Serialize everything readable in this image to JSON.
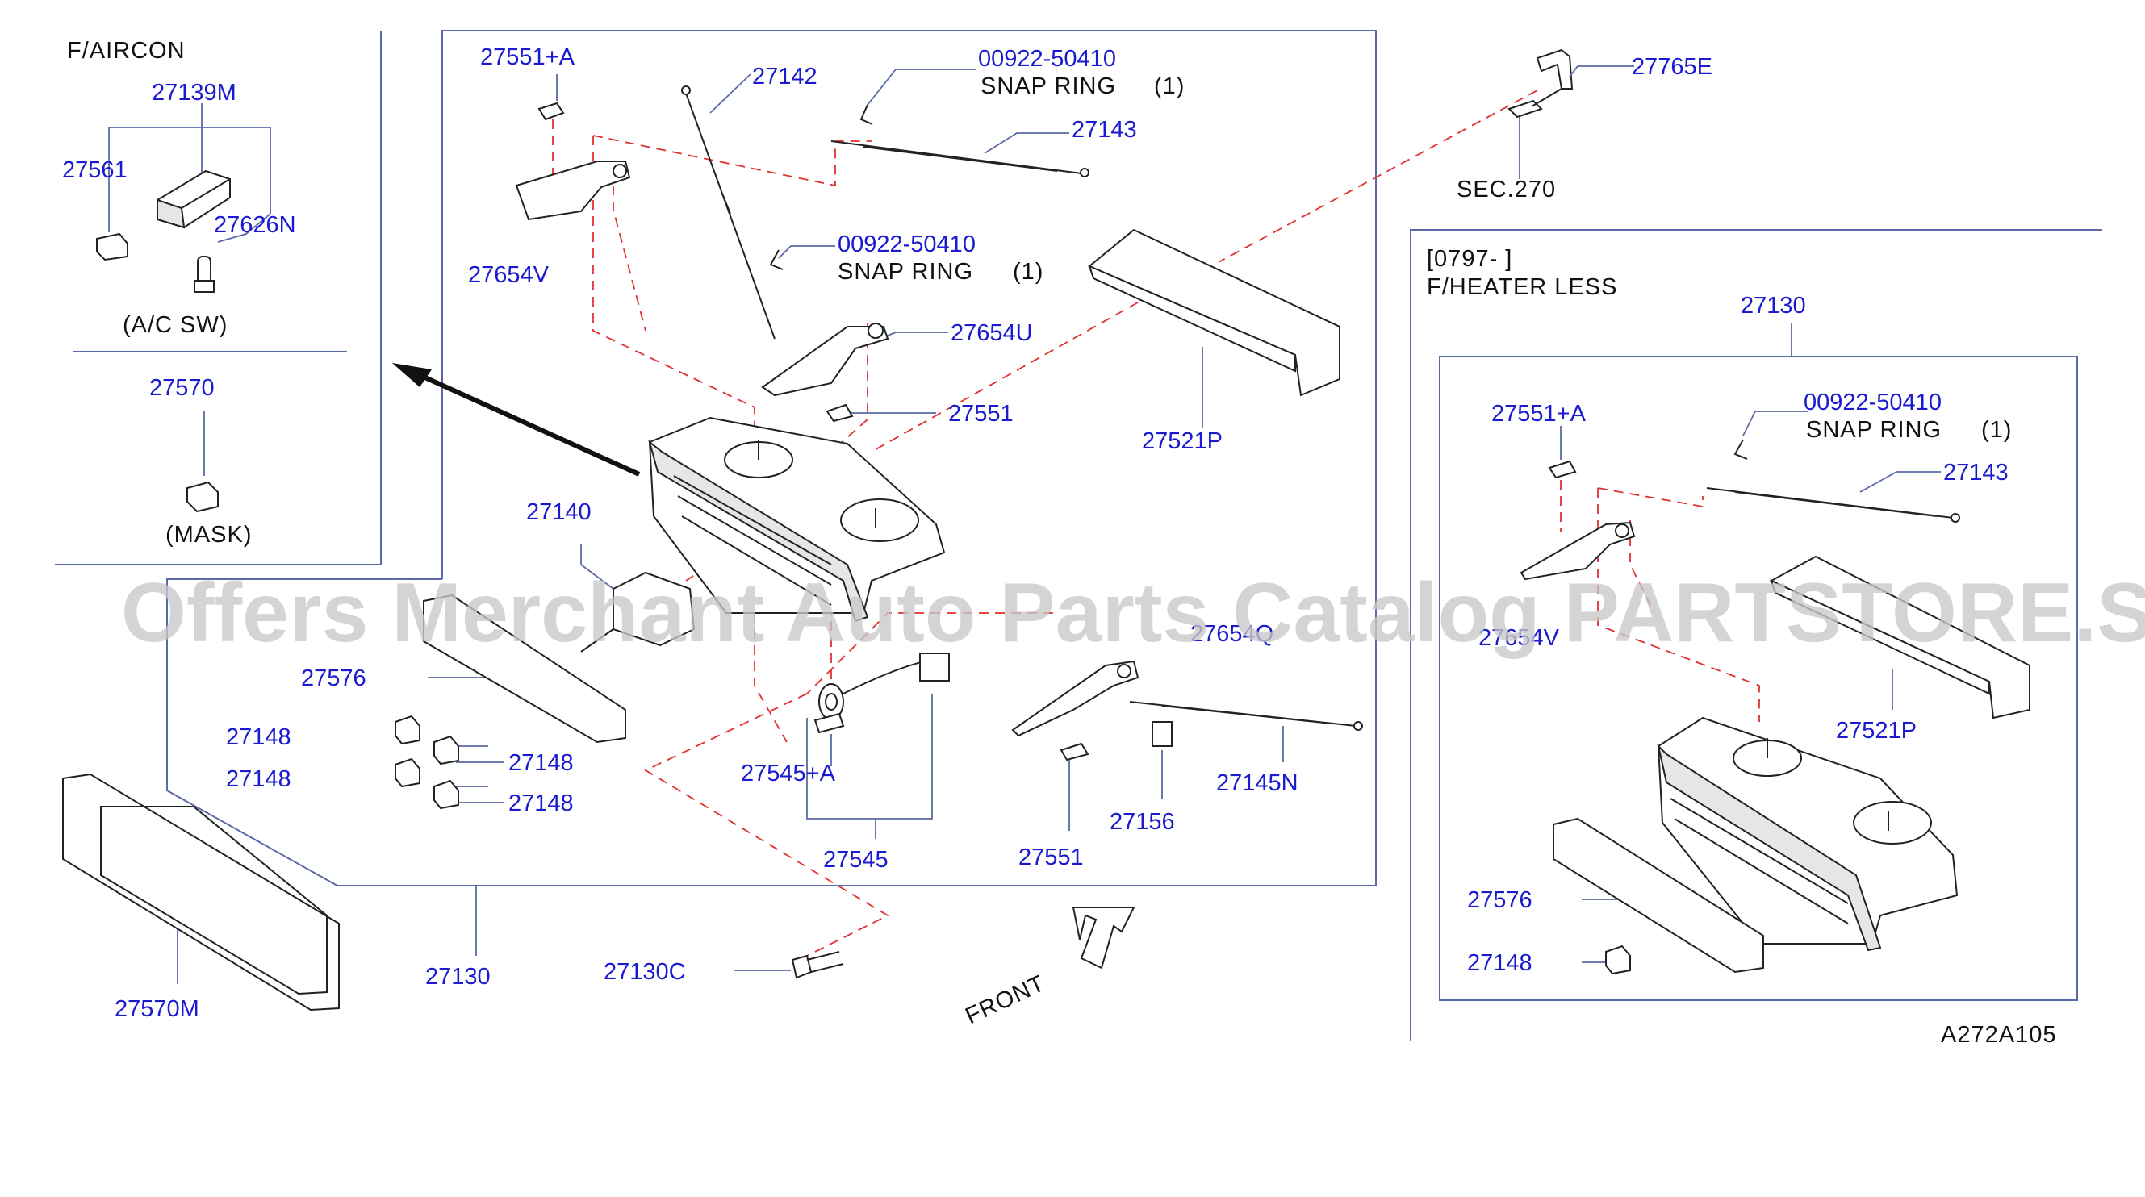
{
  "watermark": "Offers Merchant Auto Parts Catalog PARTSTORE.SA",
  "drawing_code": "A272A105",
  "front_label": "FRONT",
  "left_panel": {
    "title": "F/AIRCON",
    "part_27139m": "27139M",
    "part_27561": "27561",
    "part_27626n": "27626N",
    "ac_sw_caption": "(A/C   SW)",
    "part_27570": "27570",
    "mask_caption": "(MASK)"
  },
  "main_panel": {
    "labels": {
      "p27551a": "27551+A",
      "p27142": "27142",
      "snap1_code": "00922-50410",
      "snap1_name": "SNAP   RING",
      "snap1_qty": "(1)",
      "p27143": "27143",
      "p27654v": "27654V",
      "snap2_code": "00922-50410",
      "snap2_name": "SNAP   RING",
      "snap2_qty": "(1)",
      "p27654u": "27654U",
      "p27551": "27551",
      "p27521p": "27521P",
      "p27140": "27140",
      "p27576": "27576",
      "p27148a": "27148",
      "p27148b": "27148",
      "p27148c": "27148",
      "p27148d": "27148",
      "p27545a": "27545+A",
      "p27545": "27545",
      "p27654q": "27654Q",
      "p27145n": "27145N",
      "p27156": "27156",
      "p27551b": "27551",
      "p27130": "27130",
      "p27130c": "27130C",
      "p27570m": "27570M"
    }
  },
  "top_right": {
    "p27765e": "27765E",
    "sec": "SEC.270"
  },
  "right_panel": {
    "range": "[0797-                    ]",
    "title": "F/HEATER  LESS",
    "p27130": "27130",
    "p27551a": "27551+A",
    "snap_code": "00922-50410",
    "snap_name": "SNAP   RING",
    "snap_qty": "(1)",
    "p27143": "27143",
    "p27654v": "27654V",
    "p27521p": "27521P",
    "p27576": "27576",
    "p27148": "27148"
  },
  "colors": {
    "label_blue": "#1a1ad0",
    "frame_line": "#5a6aa8",
    "dashed_red": "#e03030",
    "watermark_gray": "#c8c8c8"
  }
}
